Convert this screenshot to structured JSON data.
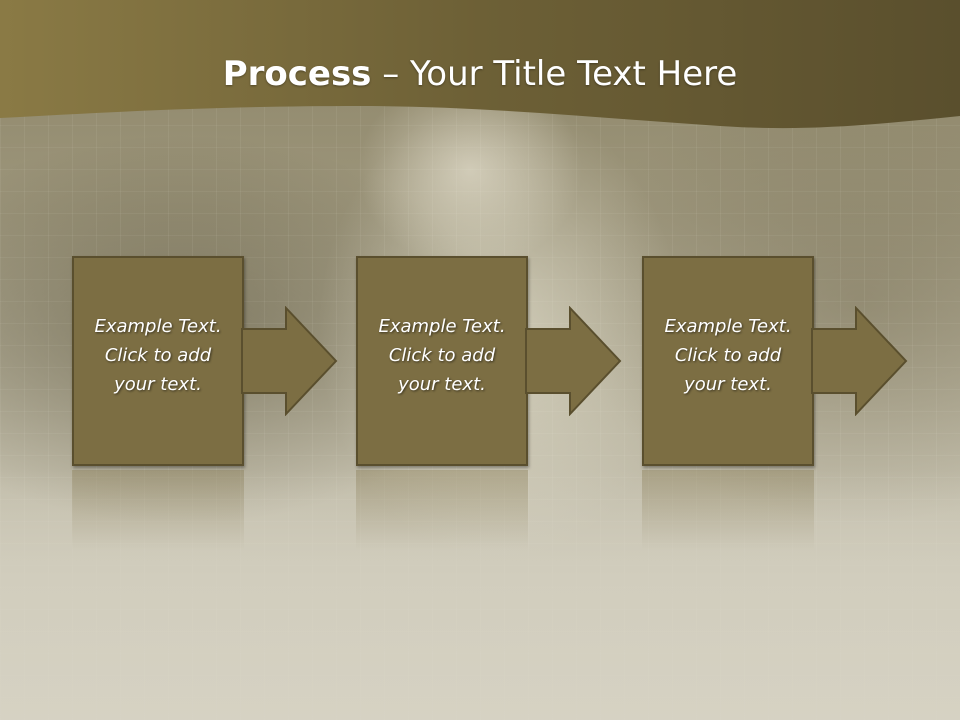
{
  "slide": {
    "title_bold": "Process",
    "title_rest": " – Your Title Text Here",
    "steps": [
      {
        "text": "Example Text.\nClick  to add\nyour text."
      },
      {
        "text": "Example Text.\nClick  to add\nyour text."
      },
      {
        "text": "Example Text.\nClick  to add\nyour text."
      }
    ]
  },
  "colors": {
    "banner": "#6f6236",
    "step_fill": "#7c6e43",
    "step_border": "#5a4f2e",
    "text": "#ffffff"
  },
  "icons": [
    "right-arrow-icon"
  ]
}
